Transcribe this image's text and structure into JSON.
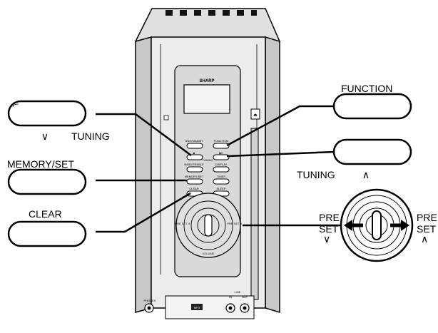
{
  "device": {
    "brand": "SHARP",
    "buttons": {
      "on_standby": "ON/STANDBY",
      "function": "FUNCTION",
      "stop_symbol": "■",
      "play_pause_symbol": "▶II",
      "tuning_mark": "TUNING",
      "tuning_arrow_down": "∨",
      "tuning_arrow_up": "∧",
      "bass_treble": "BASS/TREBLE",
      "display": "DISPLAY",
      "memory_set": "MEMORY/SET",
      "timer": "TIMER",
      "clear": "CLEAR",
      "sleep": "SLEEP"
    },
    "knob": {
      "pre_set_down": "PRE SET ∨",
      "pre_set_up": "PRE SET ∧",
      "volume": "VOLUME",
      "pre": "PRE",
      "set": "SET"
    },
    "bottom": {
      "phones": "PHONES",
      "mp3": "MP3",
      "line": "LINE",
      "in": "IN",
      "out": "OUT"
    },
    "eject_symbol": "⏏"
  },
  "callouts": {
    "tuning_down_label": "TUNING",
    "tuning_down_arrow": "∨",
    "memory_set_label": "MEMORY/SET",
    "clear_label": "CLEAR",
    "function_label": "FUNCTION",
    "tuning_up_label": "TUNING",
    "tuning_up_arrow": "∧",
    "pre_label": "PRE",
    "set_label": "SET",
    "down_arrow": "∨",
    "up_arrow": "∧"
  },
  "colors": {
    "line": "#000000",
    "device_body": "#ececec",
    "device_shade": "#c8c8c8",
    "panel": "#d9d9d9",
    "background": "#ffffff"
  }
}
